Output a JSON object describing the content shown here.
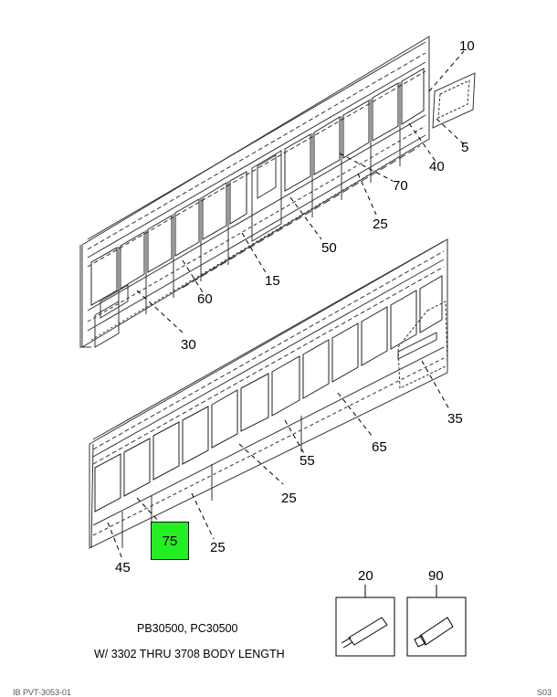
{
  "callouts": {
    "c10": "10",
    "c5": "5",
    "c40": "40",
    "c70": "70",
    "c25a": "25",
    "c50": "50",
    "c15": "15",
    "c60": "60",
    "c30": "30",
    "c35": "35",
    "c65": "65",
    "c55": "55",
    "c25b": "25",
    "c25c": "25",
    "c45": "45",
    "c75": "75",
    "c20": "20",
    "c90": "90"
  },
  "highlight_color": "#22ee22",
  "caption": {
    "models": "PB30500, PC30500",
    "body_length": "W/ 3302 THRU 3708 BODY LENGTH"
  },
  "footer": {
    "left": "IB PVT-3053-01",
    "right": "S03"
  }
}
